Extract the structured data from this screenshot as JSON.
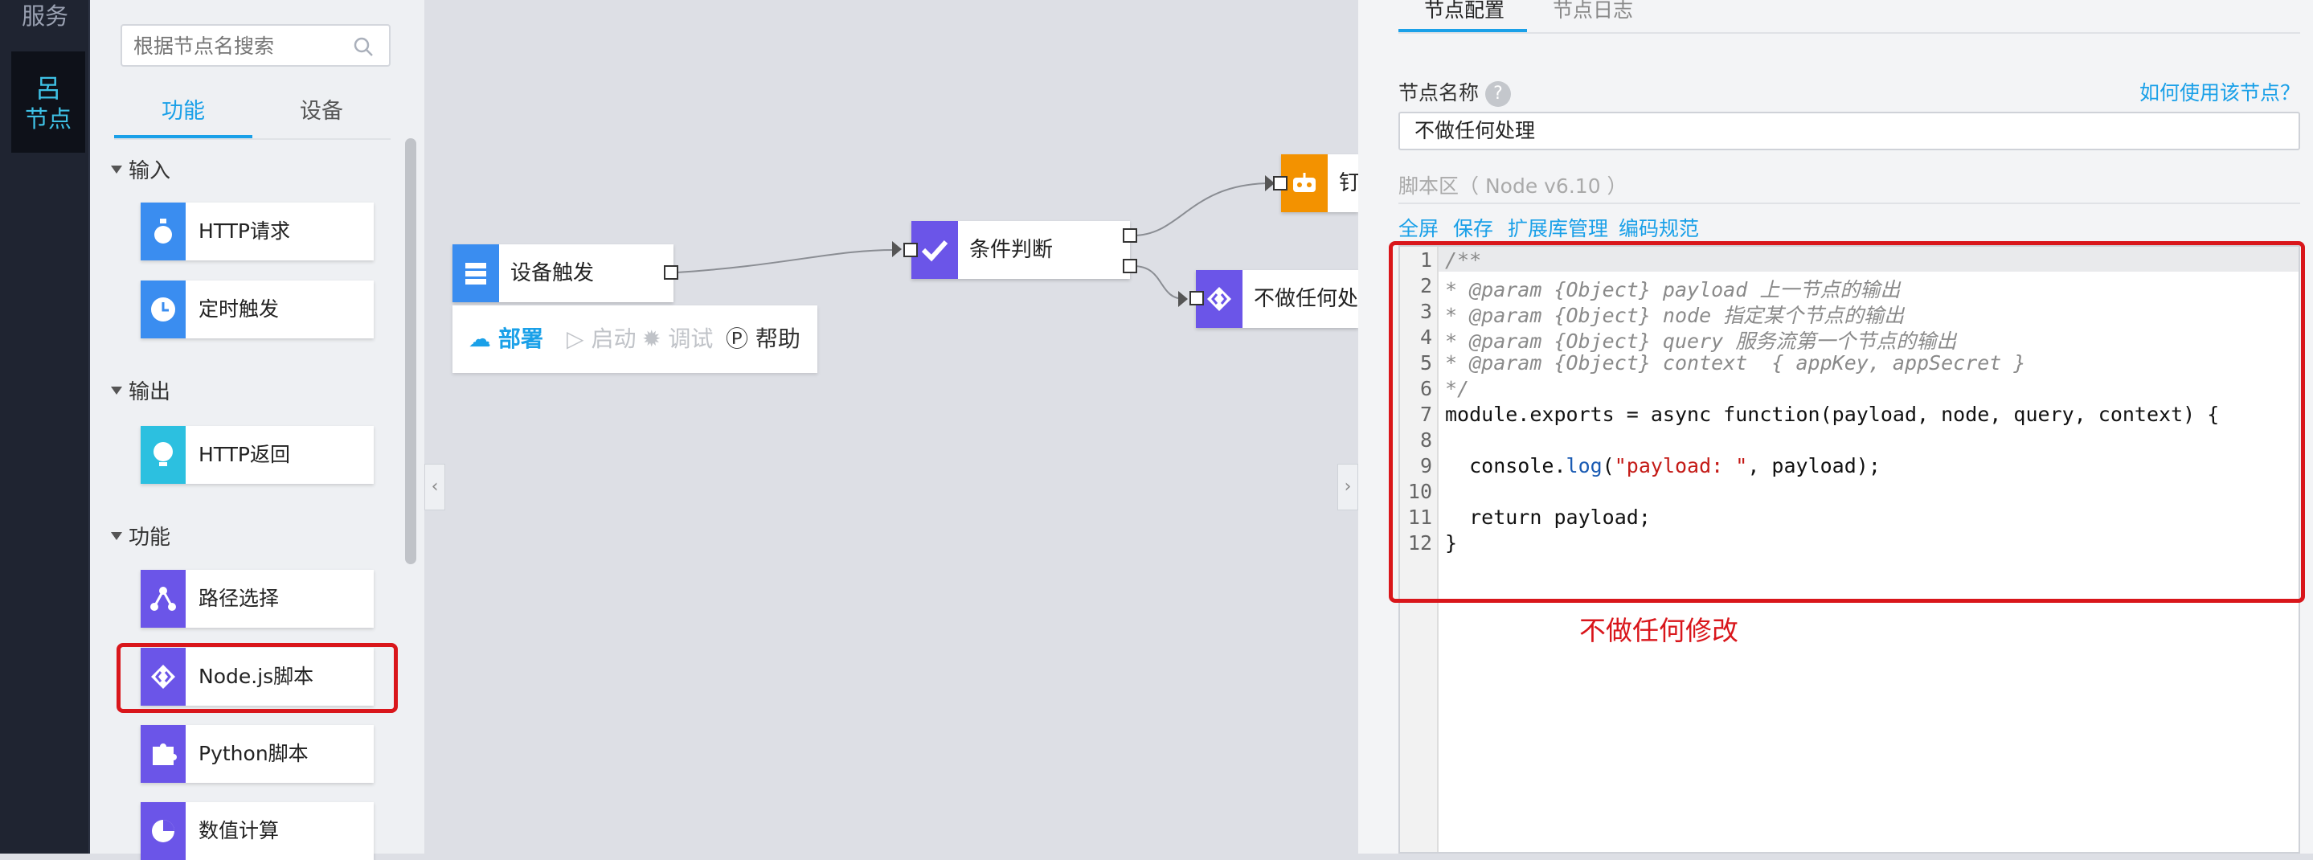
{
  "nav": {
    "top_label": "服务",
    "nodes_label": "节点"
  },
  "panel": {
    "search_placeholder": "根据节点名搜索",
    "tabs": [
      "功能",
      "设备"
    ],
    "sections": {
      "input": "输入",
      "output": "输出",
      "function": "功能"
    },
    "items": {
      "http_request": "HTTP请求",
      "timer": "定时触发",
      "http_response": "HTTP返回",
      "route": "路径选择",
      "nodejs": "Node.js脚本",
      "python": "Python脚本",
      "calc": "数值计算"
    }
  },
  "canvas": {
    "nodes": {
      "device_trigger": "设备触发",
      "condition": "条件判断",
      "dingtalk": "钉",
      "noop": "不做任何处理"
    },
    "toolbar": {
      "deploy": "部署",
      "start": "启动",
      "debug": "调试",
      "help": "帮助"
    }
  },
  "config": {
    "tabs": {
      "config": "节点配置",
      "log": "节点日志"
    },
    "name_label": "节点名称",
    "help_link": "如何使用该节点？",
    "name_value": "不做任何处理",
    "script_label": "脚本区（ Node v6.10 ）",
    "actions": [
      "全屏",
      "保存",
      "扩展库管理",
      "编码规范"
    ],
    "code_lines": [
      "/**",
      "* @param {Object} payload 上一节点的输出",
      "* @param {Object} node 指定某个节点的输出",
      "* @param {Object} query 服务流第一个节点的输出",
      "* @param {Object} context  { appKey, appSecret }",
      "*/",
      "module.exports = async function(payload, node, query, context) {",
      "",
      "  console.log(\"payload: \", payload);",
      "",
      "  return payload;",
      "}"
    ],
    "annotation": "不做任何修改"
  },
  "colors": {
    "accent": "#1aa0e8",
    "highlight": "#d9161b",
    "node_purple": "#6b55e8",
    "node_blue": "#3a8df0",
    "node_cyan": "#2cc0e0",
    "node_orange": "#f39200"
  }
}
